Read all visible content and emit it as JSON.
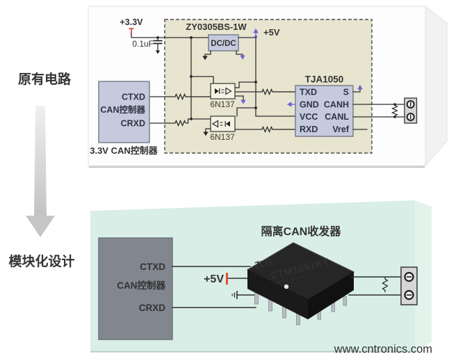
{
  "labels": {
    "original_circuit": "原有电路",
    "modular_design": "模块化设计"
  },
  "watermark": "www.cntronics.com",
  "top_circuit": {
    "power_rail_33v": "+3.3V",
    "decoupling_cap": "0.1uF",
    "dcdc_module_name": "ZY0305BS-1W",
    "dcdc_block_label": "DC/DC",
    "power_rail_5v": "+5V",
    "optocoupler_top": "6N137",
    "optocoupler_bottom": "6N137",
    "controller": {
      "tx_pin": "CTXD",
      "name": "CAN控制器",
      "rx_pin": "CRXD",
      "caption": "3.3V CAN控制器"
    },
    "transceiver": {
      "name": "TJA1050",
      "pins_left": [
        "TXD",
        "GND",
        "VCC",
        "RXD"
      ],
      "pins_right": [
        "S",
        "CANH",
        "CANL",
        "Vref"
      ]
    }
  },
  "bottom_circuit": {
    "controller": {
      "tx_pin": "CTXD",
      "name": "CAN控制器",
      "rx_pin": "CRXD"
    },
    "power_rail_5v": "+5V",
    "module_caption": "隔离CAN收发器",
    "module": {
      "brand": "ZLG",
      "model": "CTM1051KT",
      "serial": "150626M10101"
    }
  },
  "colors": {
    "isolation_bg": "#e7e4cf",
    "block_fill": "#c6cadd",
    "panel_bottom_bg": "#d8eee6",
    "controller_dark": "#82868f",
    "net_marker_purple": "#6e62d8",
    "power_red": "#d93a2b",
    "power_orange": "#e0512f",
    "watermark_green": "#a7d69e"
  }
}
